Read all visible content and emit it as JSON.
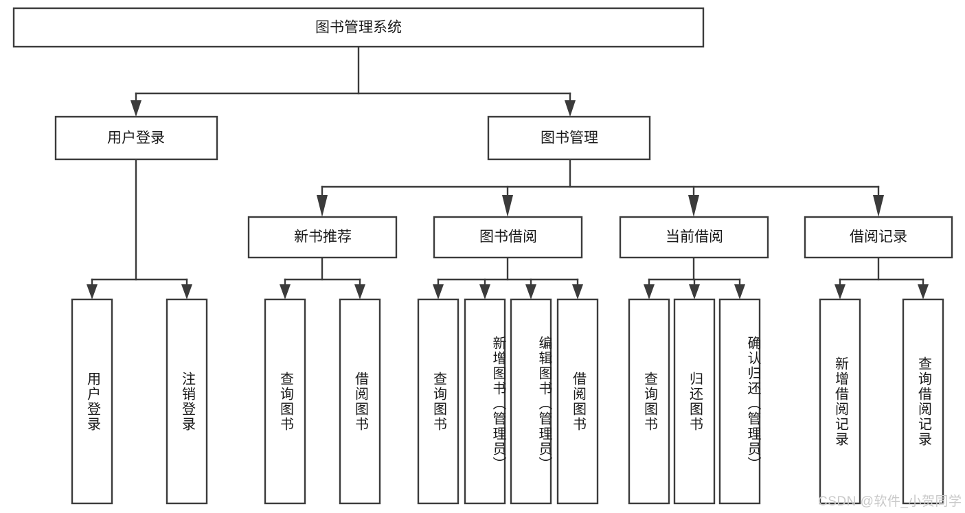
{
  "diagram": {
    "type": "tree",
    "title": "图书管理系统",
    "orientation": "top-down",
    "colors": {
      "box_stroke": "#3b3b3b",
      "box_fill": "#ffffff",
      "text": "#1a1a1a",
      "background": "#ffffff",
      "watermark": "#c9c9c9"
    },
    "root": {
      "label": "图书管理系统"
    },
    "level2": [
      {
        "id": "user-login",
        "label": "用户登录"
      },
      {
        "id": "book-management",
        "label": "图书管理"
      }
    ],
    "level3": [
      {
        "id": "new-book-recommend",
        "label": "新书推荐"
      },
      {
        "id": "book-borrow",
        "label": "图书借阅"
      },
      {
        "id": "current-borrow",
        "label": "当前借阅"
      },
      {
        "id": "borrow-record",
        "label": "借阅记录"
      }
    ],
    "leaves": {
      "user-login": [
        {
          "id": "leaf-user-login",
          "label": "用户登录"
        },
        {
          "id": "leaf-user-logout",
          "label": "注销登录"
        }
      ],
      "new-book-recommend": [
        {
          "id": "leaf-query-book-1",
          "label": "查询图书"
        },
        {
          "id": "leaf-borrow-book-1",
          "label": "借阅图书"
        }
      ],
      "book-borrow": [
        {
          "id": "leaf-query-book-2",
          "label": "查询图书"
        },
        {
          "id": "leaf-add-book",
          "label": "新增图书（管理员）"
        },
        {
          "id": "leaf-edit-book",
          "label": "编辑图书（管理员）"
        },
        {
          "id": "leaf-borrow-book-2",
          "label": "借阅图书"
        }
      ],
      "current-borrow": [
        {
          "id": "leaf-query-book-3",
          "label": "查询图书"
        },
        {
          "id": "leaf-return-book",
          "label": "归还图书"
        },
        {
          "id": "leaf-confirm-return",
          "label": "确认归还（管理员）"
        }
      ],
      "borrow-record": [
        {
          "id": "leaf-add-record",
          "label": "新增借阅记录"
        },
        {
          "id": "leaf-query-record",
          "label": "查询借阅记录"
        }
      ]
    }
  },
  "watermark": {
    "text": "CSDN @软件_小贺同学"
  }
}
